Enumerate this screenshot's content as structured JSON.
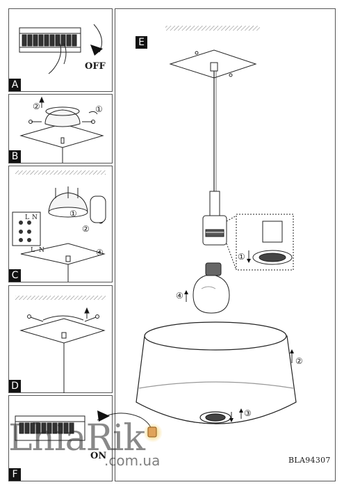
{
  "steps": [
    {
      "label": "A"
    },
    {
      "label": "B"
    },
    {
      "label": "C"
    },
    {
      "label": "D"
    },
    {
      "label": "E"
    },
    {
      "label": "F"
    }
  ],
  "switch_labels": {
    "off": "OFF",
    "on": "ON"
  },
  "model_code": "BLA94307",
  "wiring_labels": {
    "live": "L",
    "neutral": "N"
  },
  "callouts": {
    "c1": "①",
    "c2": "②",
    "c3": "③",
    "c4": "④"
  },
  "watermark": {
    "brand": "LhiaRik",
    "domain": ".com.ua"
  },
  "colors": {
    "line": "#222222",
    "hatch": "#777777",
    "bulb_glow": "#f4c542"
  }
}
